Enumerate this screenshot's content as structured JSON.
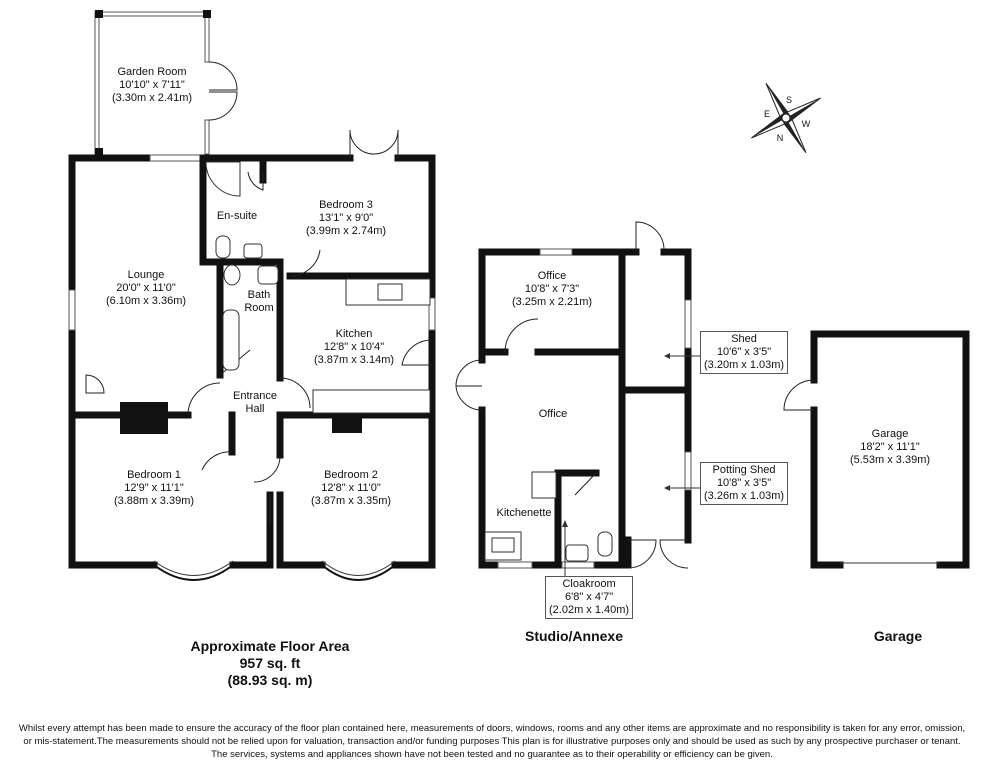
{
  "rooms": [
    {
      "id": "garden-room",
      "name": "Garden Room",
      "imperial": "10'10\" x 7'11\"",
      "metric": "(3.30m x 2.41m)"
    },
    {
      "id": "en-suite",
      "name": "En-suite",
      "imperial": "",
      "metric": ""
    },
    {
      "id": "bedroom-3",
      "name": "Bedroom 3",
      "imperial": "13'1\" x 9'0\"",
      "metric": "(3.99m x 2.74m)"
    },
    {
      "id": "lounge",
      "name": "Lounge",
      "imperial": "20'0\" x 11'0\"",
      "metric": "(6.10m x 3.36m)"
    },
    {
      "id": "bath-room",
      "name": "Bath",
      "name2": "Room",
      "imperial": "",
      "metric": ""
    },
    {
      "id": "kitchen",
      "name": "Kitchen",
      "imperial": "12'8\" x 10'4\"",
      "metric": "(3.87m x 3.14m)"
    },
    {
      "id": "entrance-hall",
      "name": "Entrance",
      "name2": "Hall",
      "imperial": "",
      "metric": ""
    },
    {
      "id": "bedroom-1",
      "name": "Bedroom 1",
      "imperial": "12'9\" x 11'1\"",
      "metric": "(3.88m x 3.39m)"
    },
    {
      "id": "bedroom-2",
      "name": "Bedroom 2",
      "imperial": "12'8\" x 11'0\"",
      "metric": "(3.87m x 3.35m)"
    },
    {
      "id": "office-1",
      "name": "Office",
      "imperial": "10'8\" x 7'3\"",
      "metric": "(3.25m x 2.21m)"
    },
    {
      "id": "office-2",
      "name": "Office",
      "imperial": "",
      "metric": ""
    },
    {
      "id": "kitchenette",
      "name": "Kitchenette",
      "imperial": "",
      "metric": ""
    },
    {
      "id": "cloakroom",
      "name": "Cloakroom",
      "imperial": "6'8\" x 4'7\"",
      "metric": "(2.02m x 1.40m)"
    },
    {
      "id": "shed",
      "name": "Shed",
      "imperial": "10'6\" x 3'5\"",
      "metric": "(3.20m x 1.03m)"
    },
    {
      "id": "potting-shed",
      "name": "Potting Shed",
      "imperial": "10'8\" x 3'5\"",
      "metric": "(3.26m x 1.03m)"
    },
    {
      "id": "garage",
      "name": "Garage",
      "imperial": "18'2\" x 11'1\"",
      "metric": "(5.53m x 3.39m)"
    }
  ],
  "area": {
    "line1": "Approximate Floor Area",
    "line2": "957 sq. ft",
    "line3": "(88.93 sq. m)"
  },
  "section_labels": {
    "studio": "Studio/Annexe",
    "garage": "Garage"
  },
  "compass": {
    "letters": [
      "S",
      "E",
      "W",
      "N"
    ],
    "icon": "compass-rose-icon"
  },
  "disclaimer": [
    "Whilst every attempt has been made to ensure the accuracy of the floor plan contained here, measurements of doors, windows, rooms and any other items are approximate and no responsibility is taken for any error, omission,",
    "or mis-statement.The measurements should not be relied upon for valuation, transaction and/or funding purposes This plan is for illustrative purposes only and should be used as such by any prospective purchaser or tenant.",
    "The services, systems and appliances shown have not been tested and no guarantee as to their operability or efficiency can be given."
  ]
}
